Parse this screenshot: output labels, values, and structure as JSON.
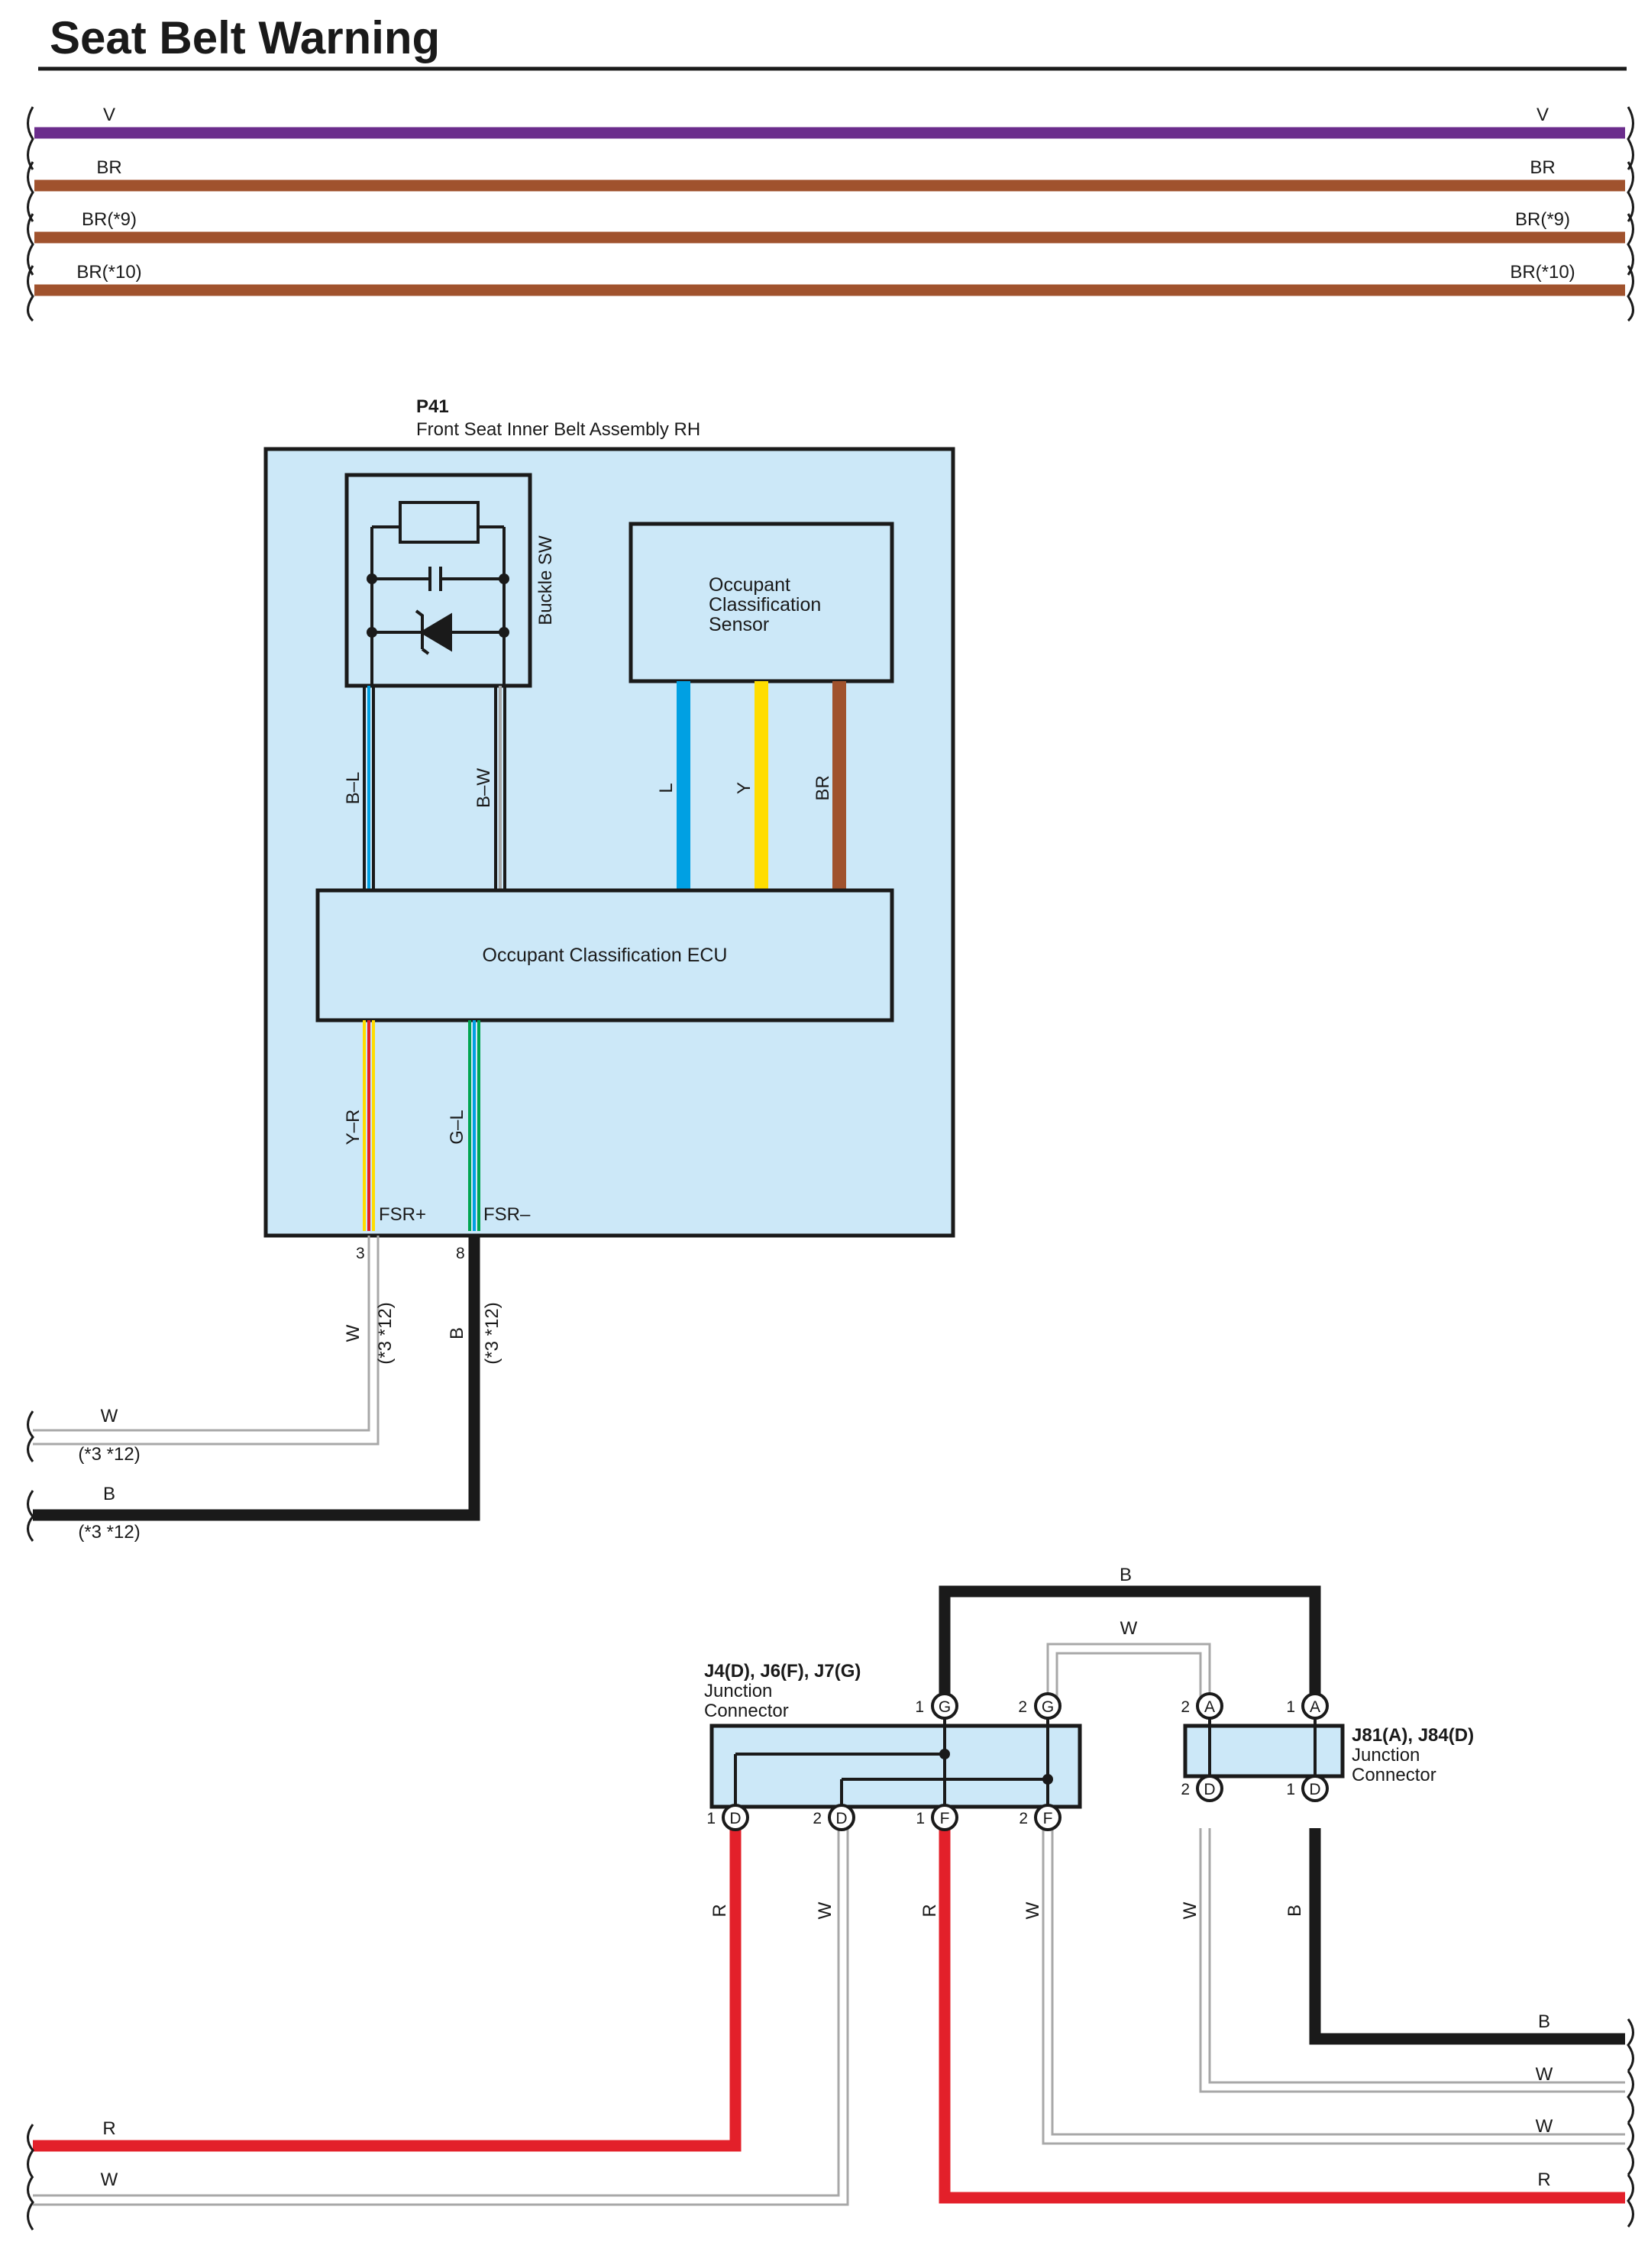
{
  "title": "Seat Belt Warning",
  "colors": {
    "V": "#6b2d8c",
    "BR": "#a0522d",
    "B": "#1a1a1a",
    "R": "#e3202a",
    "W": "#a8a8a8",
    "L": "#00a0e3",
    "Y": "#ffdd00",
    "G": "#00a651",
    "box_fill": "#cce8f8",
    "stroke": "#1a1a1a"
  },
  "top_buses": [
    {
      "left": "V",
      "right": "V",
      "color": "V"
    },
    {
      "left": "BR",
      "right": "BR",
      "color": "BR"
    },
    {
      "left": "BR(*9)",
      "right": "BR(*9)",
      "color": "BR"
    },
    {
      "left": "BR(*10)",
      "right": "BR(*10)",
      "color": "BR"
    }
  ],
  "p41": {
    "ref": "P41",
    "name": "Front Seat Inner Belt Assembly RH",
    "buckle_sw": "Buckle SW",
    "sensor": [
      "Occupant",
      "Classification",
      "Sensor"
    ],
    "ecu": "Occupant Classification ECU",
    "wire_labels": {
      "bl": "B–L",
      "bw": "B–W",
      "l": "L",
      "y": "Y",
      "br": "BR",
      "yr": "Y–R",
      "gl": "G–L"
    },
    "terminals": {
      "fsr_plus": "FSR+",
      "fsr_minus": "FSR–"
    },
    "pins": {
      "fsr_plus": "3",
      "fsr_minus": "8"
    }
  },
  "p41_out": {
    "w": "W",
    "w_note": "(*3 *12)",
    "b": "B",
    "b_note": "(*3 *12)",
    "left_w": "W",
    "left_w_note": "(*3 *12)",
    "left_b": "B",
    "left_b_note": "(*3 *12)"
  },
  "j4": {
    "ref": "J4(D), J6(F), J7(G)",
    "name": [
      "Junction",
      "Connector"
    ],
    "pins_top": [
      {
        "num": "1",
        "letter": "G"
      },
      {
        "num": "2",
        "letter": "G"
      }
    ],
    "pins_bottom": [
      {
        "num": "1",
        "letter": "D"
      },
      {
        "num": "2",
        "letter": "D"
      },
      {
        "num": "1",
        "letter": "F"
      },
      {
        "num": "2",
        "letter": "F"
      }
    ]
  },
  "j81": {
    "ref": "J81(A), J84(D)",
    "name": [
      "Junction",
      "Connector"
    ],
    "pins_top": [
      {
        "num": "2",
        "letter": "A"
      },
      {
        "num": "1",
        "letter": "A"
      }
    ],
    "pins_bottom": [
      {
        "num": "2",
        "letter": "D"
      },
      {
        "num": "1",
        "letter": "D"
      }
    ]
  },
  "bottom_wires": {
    "top_b": "B",
    "top_w": "W",
    "down": [
      "R",
      "W",
      "R",
      "W",
      "W",
      "B"
    ],
    "right_ends": [
      "B",
      "W",
      "W",
      "R"
    ],
    "left_ends": [
      "R",
      "W"
    ]
  }
}
